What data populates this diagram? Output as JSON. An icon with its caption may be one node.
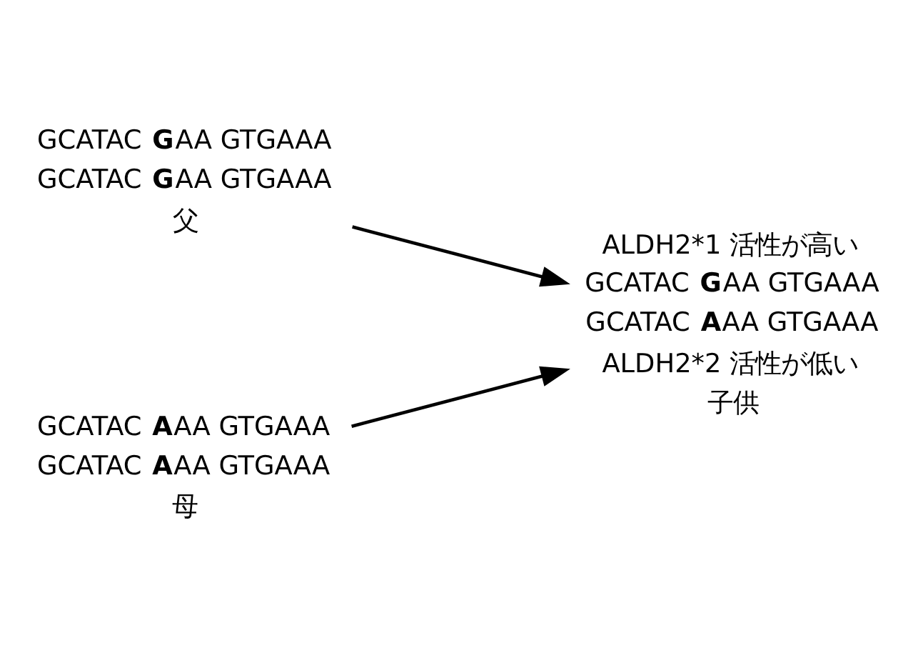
{
  "diagram": {
    "nodes": [
      {
        "text": [
          "GCATAC **G**AA GTGAAA",
          "GCATAC **G**AA GTGAAA",
          "父"
        ]
      },
      {
        "text": [
          "GCATAC **A**AA GTGAAA",
          "GCATAC **A**AA GTGAAA",
          "母"
        ]
      },
      {
        "text": [
          "ALDH2*1 活性が高い",
          "GCATAC **G**AA GTGAAA",
          "GCATAC **A**AA GTGAAA",
          "ALDH2*2 活性が低い",
          "子供"
        ]
      }
    ],
    "edges": [
      {
        "from": 0,
        "to": 2,
        "arrow": "to"
      },
      {
        "from": 1,
        "to": 2,
        "arrow": "to"
      }
    ]
  }
}
